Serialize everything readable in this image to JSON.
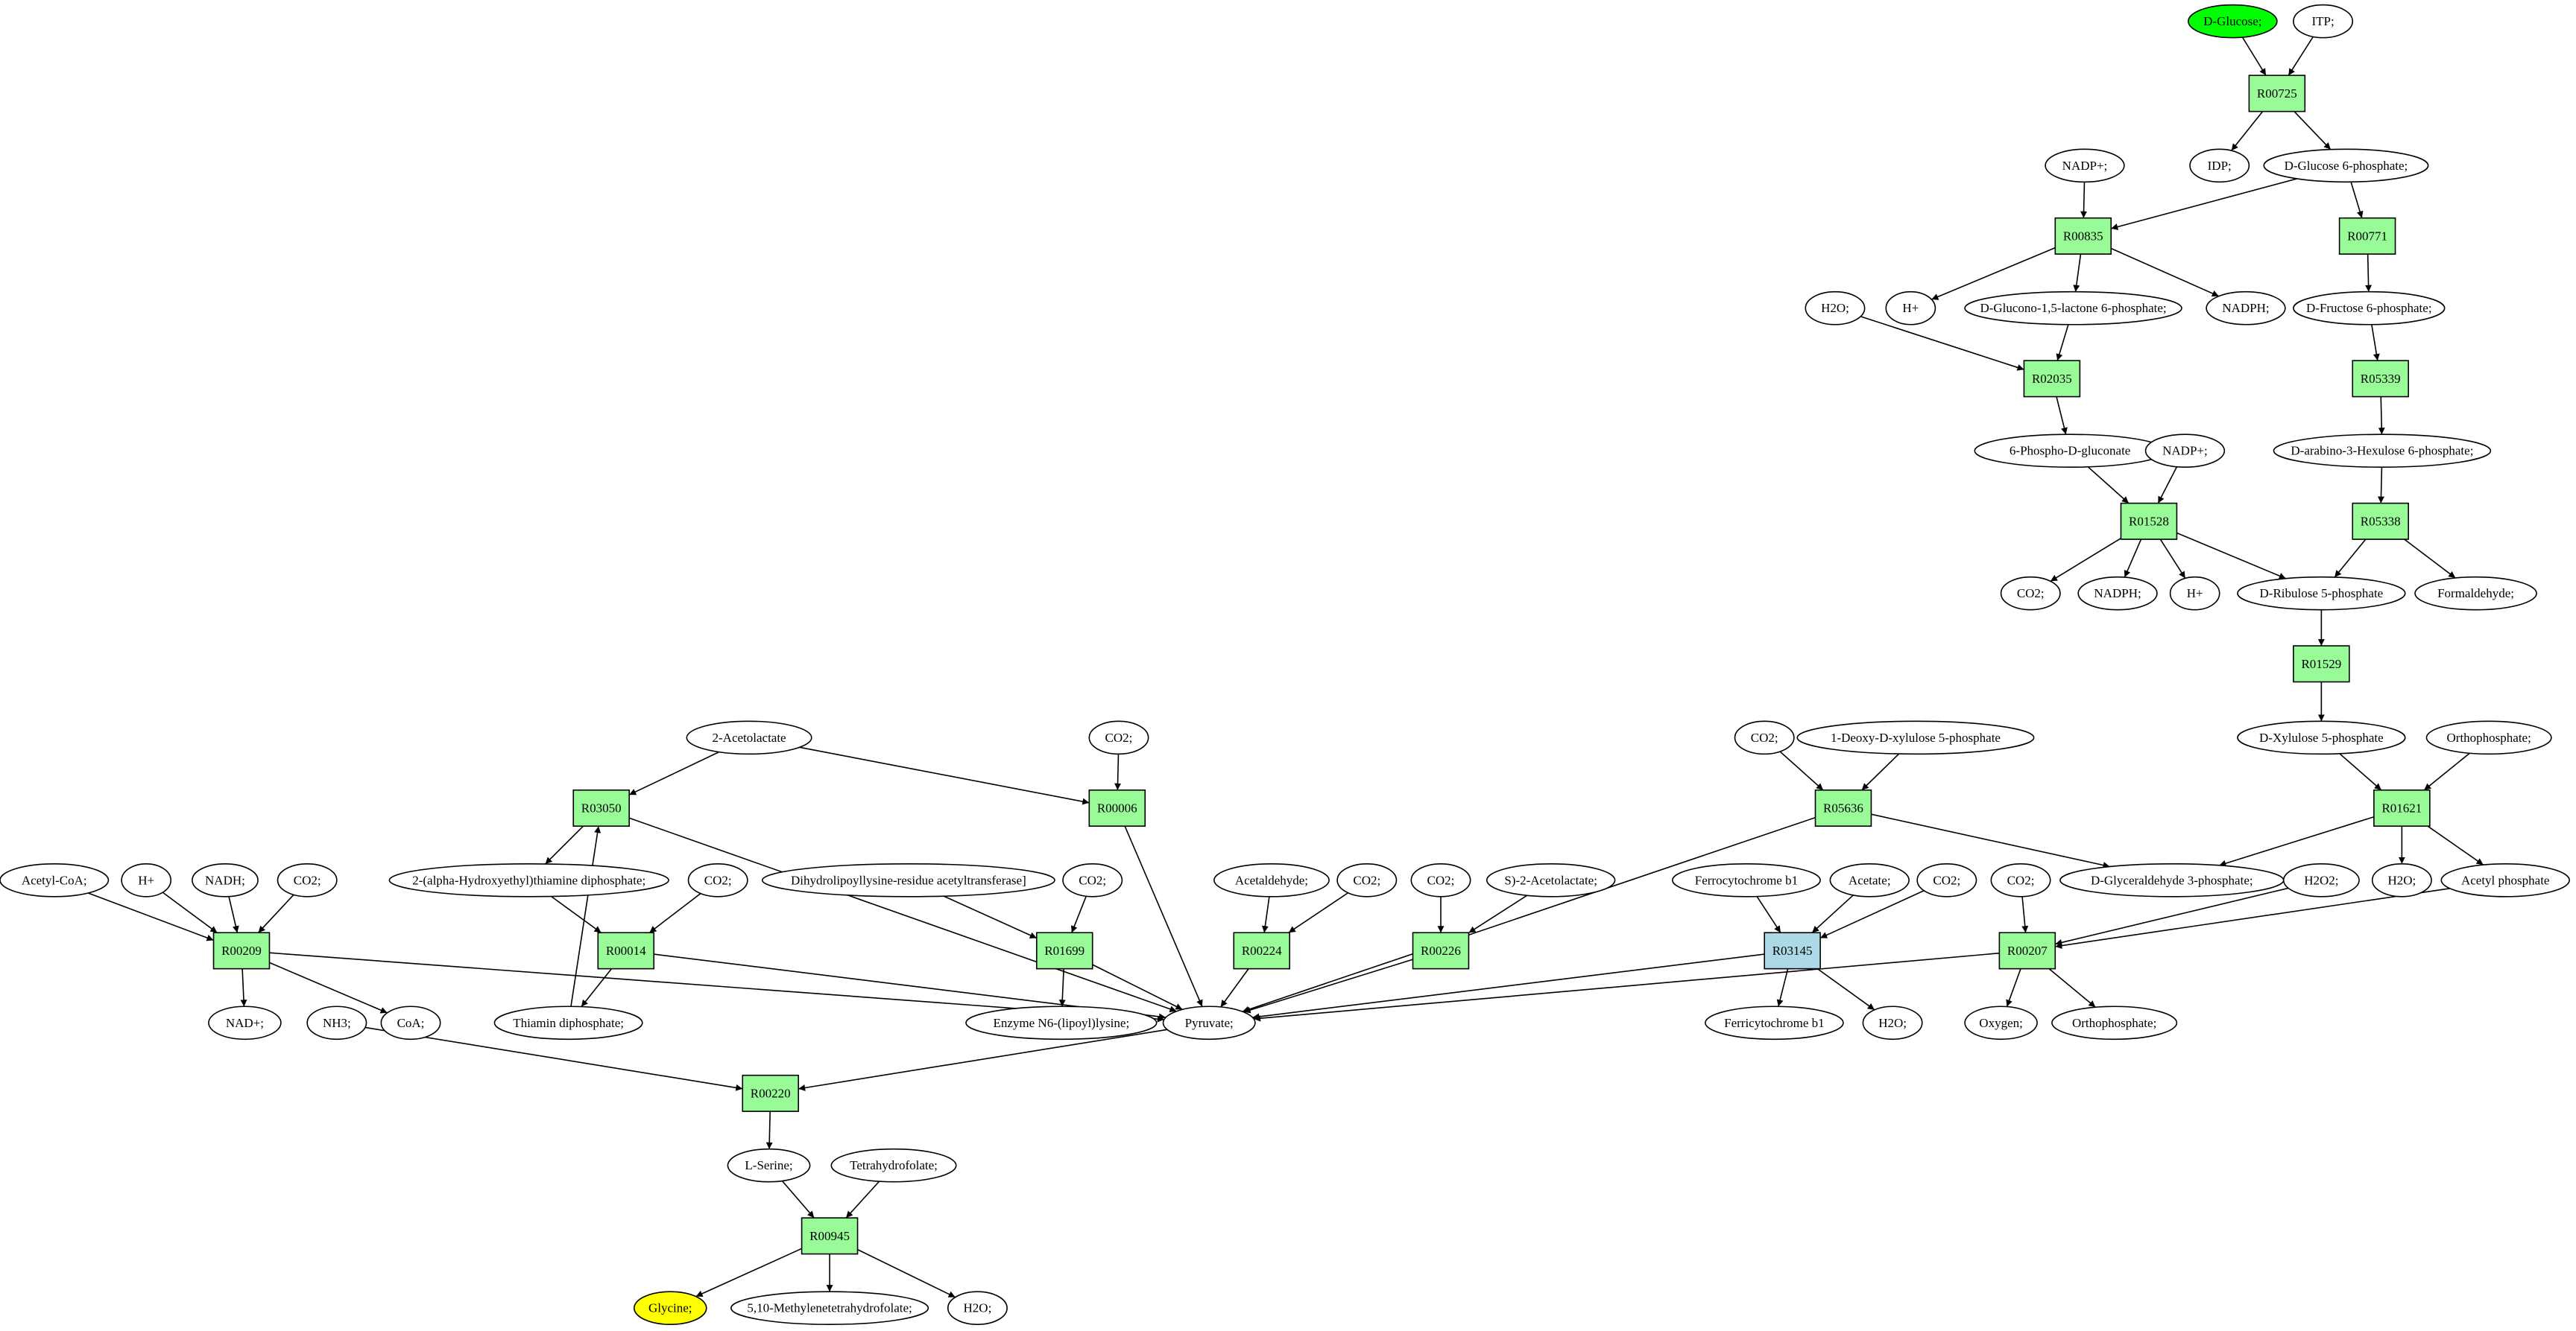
{
  "colors": {
    "reaction": "#98fb98",
    "reaction_highlight": "#add8e6",
    "source": "#00ff00",
    "target": "#ffff00",
    "compound": "#ffffff"
  },
  "compounds": {
    "glucose": "D-Glucose;",
    "itp": "ITP;",
    "idp": "IDP;",
    "g6p": "D-Glucose 6-phosphate;",
    "nadp1": "NADP+;",
    "hplus1": "H+",
    "gluconolactone": "D-Glucono-1,5-lactone 6-phosphate;",
    "nadph1": "NADPH;",
    "f6p": "D-Fructose 6-phosphate;",
    "h2o1": "H2O;",
    "pgluconate": "6-Phospho-D-gluconate",
    "nadp2": "NADP+;",
    "hexulose": "D-arabino-3-Hexulose 6-phosphate;",
    "co2_1": "CO2;",
    "nadph2": "NADPH;",
    "hplus2": "H+",
    "ribulose": "D-Ribulose 5-phosphate",
    "formaldehyde": "Formaldehyde;",
    "xylulose": "D-Xylulose 5-phosphate",
    "orthophosphate1": "Orthophosphate;",
    "acetolactate": "2-Acetolactate",
    "co2_2": "CO2;",
    "co2_3": "CO2;",
    "deoxyxylulose": "1-Deoxy-D-xylulose 5-phosphate",
    "g3p": "D-Glyceraldehyde 3-phosphate;",
    "h2o2_a": "H2O2;",
    "h2o2": "H2O;",
    "acetylphosphate": "Acetyl phosphate",
    "acetylcoa": "Acetyl-CoA;",
    "hplus3": "H+",
    "nadh": "NADH;",
    "co2_4": "CO2;",
    "hethiamine": "2-(alpha-Hydroxyethyl)thiamine diphosphate;",
    "co2_5": "CO2;",
    "dihydrolipoyl": "Dihydrolipoyllysine-residue acetyltransferase]",
    "co2_6": "CO2;",
    "acetaldehyde": "Acetaldehyde;",
    "co2_7": "CO2;",
    "co2_8": "CO2;",
    "s_acetolactate": "S)-2-Acetolactate;",
    "ferrocytochrome": "Ferrocytochrome b1",
    "acetate": "Acetate;",
    "co2_9": "CO2;",
    "co2_10": "CO2;",
    "nad": "NAD+;",
    "nh3": "NH3;",
    "coa": "CoA;",
    "thiamindp": "Thiamin diphosphate;",
    "lipoyllysine": "Enzyme N6-(lipoyl)lysine;",
    "pyruvate": "Pyruvate;",
    "ferricytochrome": "Ferricytochrome b1",
    "h2o3": "H2O;",
    "oxygen": "Oxygen;",
    "orthophosphate2": "Orthophosphate;",
    "serine": "L-Serine;",
    "thf": "Tetrahydrofolate;",
    "glycine": "Glycine;",
    "methylenethf": "5,10-Methylenetetrahydrofolate;",
    "h2o4": "H2O;"
  },
  "reactions": {
    "R00725": "R00725",
    "R00835": "R00835",
    "R00771": "R00771",
    "R02035": "R02035",
    "R05339": "R05339",
    "R01528": "R01528",
    "R05338": "R05338",
    "R01529": "R01529",
    "R03050": "R03050",
    "R00006": "R00006",
    "R05636": "R05636",
    "R01621": "R01621",
    "R00209": "R00209",
    "R00014": "R00014",
    "R01699": "R01699",
    "R00224": "R00224",
    "R00226": "R00226",
    "R03145": "R03145",
    "R00207": "R00207",
    "R00220": "R00220",
    "R00945": "R00945"
  },
  "highlighted_reactions": [
    "R03145"
  ],
  "source_compounds": [
    "glucose"
  ],
  "target_compounds": [
    "glycine"
  ],
  "edges": [
    [
      "glucose",
      "R00725"
    ],
    [
      "itp",
      "R00725"
    ],
    [
      "R00725",
      "idp"
    ],
    [
      "R00725",
      "g6p"
    ],
    [
      "g6p",
      "R00835"
    ],
    [
      "nadp1",
      "R00835"
    ],
    [
      "g6p",
      "R00771"
    ],
    [
      "R00835",
      "hplus1"
    ],
    [
      "R00835",
      "gluconolactone"
    ],
    [
      "R00835",
      "nadph1"
    ],
    [
      "R00771",
      "f6p"
    ],
    [
      "gluconolactone",
      "R02035"
    ],
    [
      "h2o1",
      "R02035"
    ],
    [
      "f6p",
      "R05339"
    ],
    [
      "R02035",
      "pgluconate"
    ],
    [
      "R05339",
      "hexulose"
    ],
    [
      "pgluconate",
      "R01528"
    ],
    [
      "nadp2",
      "R01528"
    ],
    [
      "hexulose",
      "R05338"
    ],
    [
      "R01528",
      "co2_1"
    ],
    [
      "R01528",
      "nadph2"
    ],
    [
      "R01528",
      "hplus2"
    ],
    [
      "R01528",
      "ribulose"
    ],
    [
      "R05338",
      "ribulose"
    ],
    [
      "R05338",
      "formaldehyde"
    ],
    [
      "ribulose",
      "R01529"
    ],
    [
      "R01529",
      "xylulose"
    ],
    [
      "xylulose",
      "R01621"
    ],
    [
      "orthophosphate1",
      "R01621"
    ],
    [
      "R01621",
      "g3p"
    ],
    [
      "R01621",
      "h2o2"
    ],
    [
      "R01621",
      "acetylphosphate"
    ],
    [
      "co2_3",
      "R05636"
    ],
    [
      "deoxyxylulose",
      "R05636"
    ],
    [
      "R05636",
      "g3p"
    ],
    [
      "R05636",
      "pyruvate"
    ],
    [
      "acetolactate",
      "R03050"
    ],
    [
      "acetolactate",
      "R00006"
    ],
    [
      "co2_2",
      "R00006"
    ],
    [
      "R03050",
      "hethiamine"
    ],
    [
      "R03050",
      "pyruvate"
    ],
    [
      "R00006",
      "pyruvate"
    ],
    [
      "acetylcoa",
      "R00209"
    ],
    [
      "hplus3",
      "R00209"
    ],
    [
      "nadh",
      "R00209"
    ],
    [
      "co2_4",
      "R00209"
    ],
    [
      "R00209",
      "nad"
    ],
    [
      "R00209",
      "coa"
    ],
    [
      "R00209",
      "pyruvate"
    ],
    [
      "hethiamine",
      "R00014"
    ],
    [
      "co2_5",
      "R00014"
    ],
    [
      "R00014",
      "thiamindp"
    ],
    [
      "R00014",
      "pyruvate"
    ],
    [
      "thiamindp",
      "R03050"
    ],
    [
      "dihydrolipoyl",
      "R01699"
    ],
    [
      "co2_6",
      "R01699"
    ],
    [
      "R01699",
      "lipoyllysine"
    ],
    [
      "R01699",
      "pyruvate"
    ],
    [
      "acetaldehyde",
      "R00224"
    ],
    [
      "co2_7",
      "R00224"
    ],
    [
      "R00224",
      "pyruvate"
    ],
    [
      "co2_8",
      "R00226"
    ],
    [
      "s_acetolactate",
      "R00226"
    ],
    [
      "R00226",
      "pyruvate"
    ],
    [
      "ferrocytochrome",
      "R03145"
    ],
    [
      "acetate",
      "R03145"
    ],
    [
      "co2_9",
      "R03145"
    ],
    [
      "R03145",
      "ferricytochrome"
    ],
    [
      "R03145",
      "h2o3"
    ],
    [
      "R03145",
      "pyruvate"
    ],
    [
      "co2_10",
      "R00207"
    ],
    [
      "h2o2_a",
      "R00207"
    ],
    [
      "acetylphosphate",
      "R00207"
    ],
    [
      "R00207",
      "oxygen"
    ],
    [
      "R00207",
      "orthophosphate2"
    ],
    [
      "R00207",
      "pyruvate"
    ],
    [
      "nh3",
      "R00220"
    ],
    [
      "pyruvate",
      "R00220"
    ],
    [
      "R00220",
      "serine"
    ],
    [
      "serine",
      "R00945"
    ],
    [
      "thf",
      "R00945"
    ],
    [
      "R00945",
      "glycine"
    ],
    [
      "R00945",
      "methylenethf"
    ],
    [
      "R00945",
      "h2o4"
    ]
  ]
}
